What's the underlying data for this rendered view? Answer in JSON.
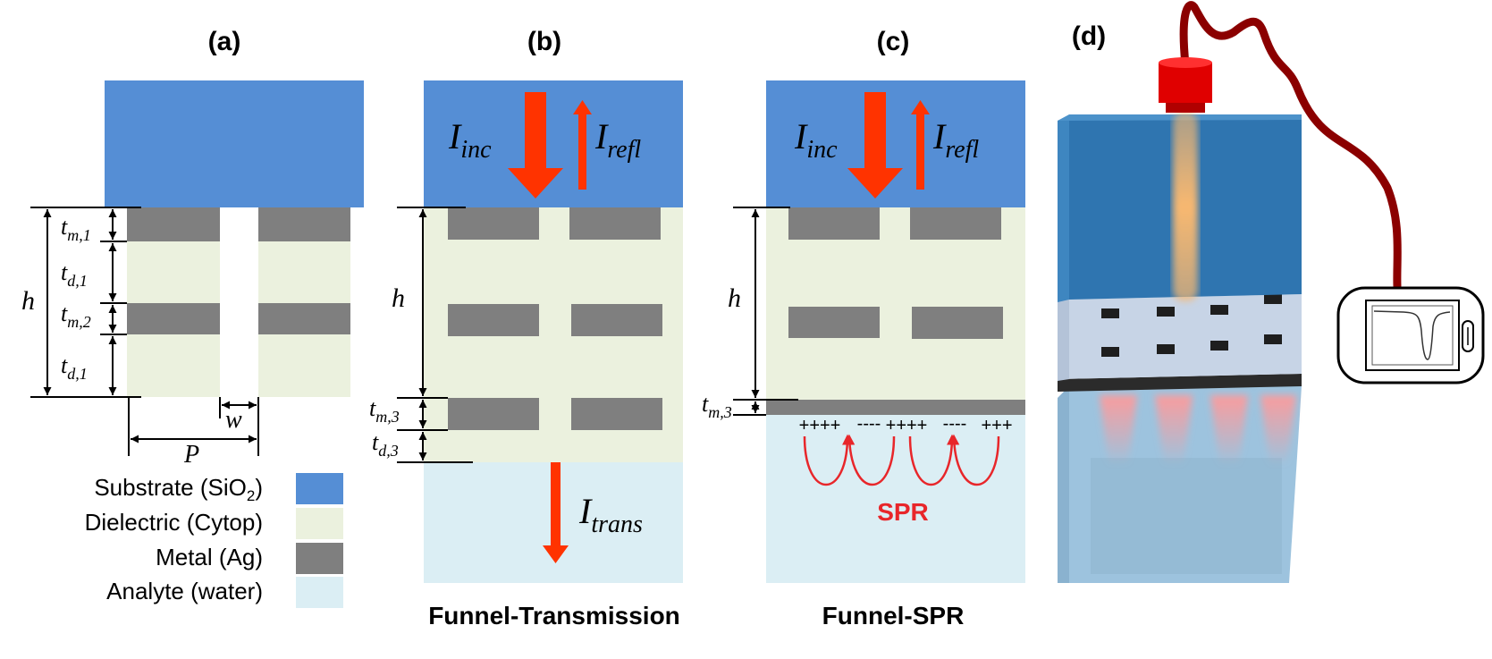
{
  "panels": {
    "a": {
      "label": "(a)"
    },
    "b": {
      "label": "(b)",
      "caption": "Funnel-Transmission"
    },
    "c": {
      "label": "(c)",
      "caption": "Funnel-SPR"
    },
    "d": {
      "label": "(d)"
    }
  },
  "dims": {
    "h": "h",
    "tm1": {
      "base": "t",
      "sub": "m,1"
    },
    "td1": {
      "base": "t",
      "sub": "d,1"
    },
    "tm2": {
      "base": "t",
      "sub": "m,2"
    },
    "td1b": {
      "base": "t",
      "sub": "d,1"
    },
    "tm3": {
      "base": "t",
      "sub": "m,3"
    },
    "td3": {
      "base": "t",
      "sub": "d,3"
    },
    "w": "w",
    "P": "P"
  },
  "beams": {
    "inc": {
      "base": "I",
      "sub": "inc"
    },
    "refl": {
      "base": "I",
      "sub": "refl"
    },
    "trans": {
      "base": "I",
      "sub": "trans"
    }
  },
  "charges": [
    "++++",
    "----",
    "++++",
    "----",
    "+++"
  ],
  "spr_label": "SPR",
  "legend": [
    {
      "text": "Substrate (SiO",
      "sub": "2",
      "after": ")",
      "color": "#558ED5"
    },
    {
      "text": "Dielectric (Cytop)",
      "color": "#EBF1DE"
    },
    {
      "text": "Metal (Ag)",
      "color": "#7F7F7F"
    },
    {
      "text": "Analyte (water)",
      "color": "#DBEEF4"
    }
  ],
  "colors": {
    "substrate": "#558ED5",
    "dielectric": "#EBF1DE",
    "metal": "#7F7F7F",
    "analyte": "#DBEEF4",
    "beam": "#FF3300",
    "spr": "#E8262A",
    "fiber": "#8B0000"
  }
}
